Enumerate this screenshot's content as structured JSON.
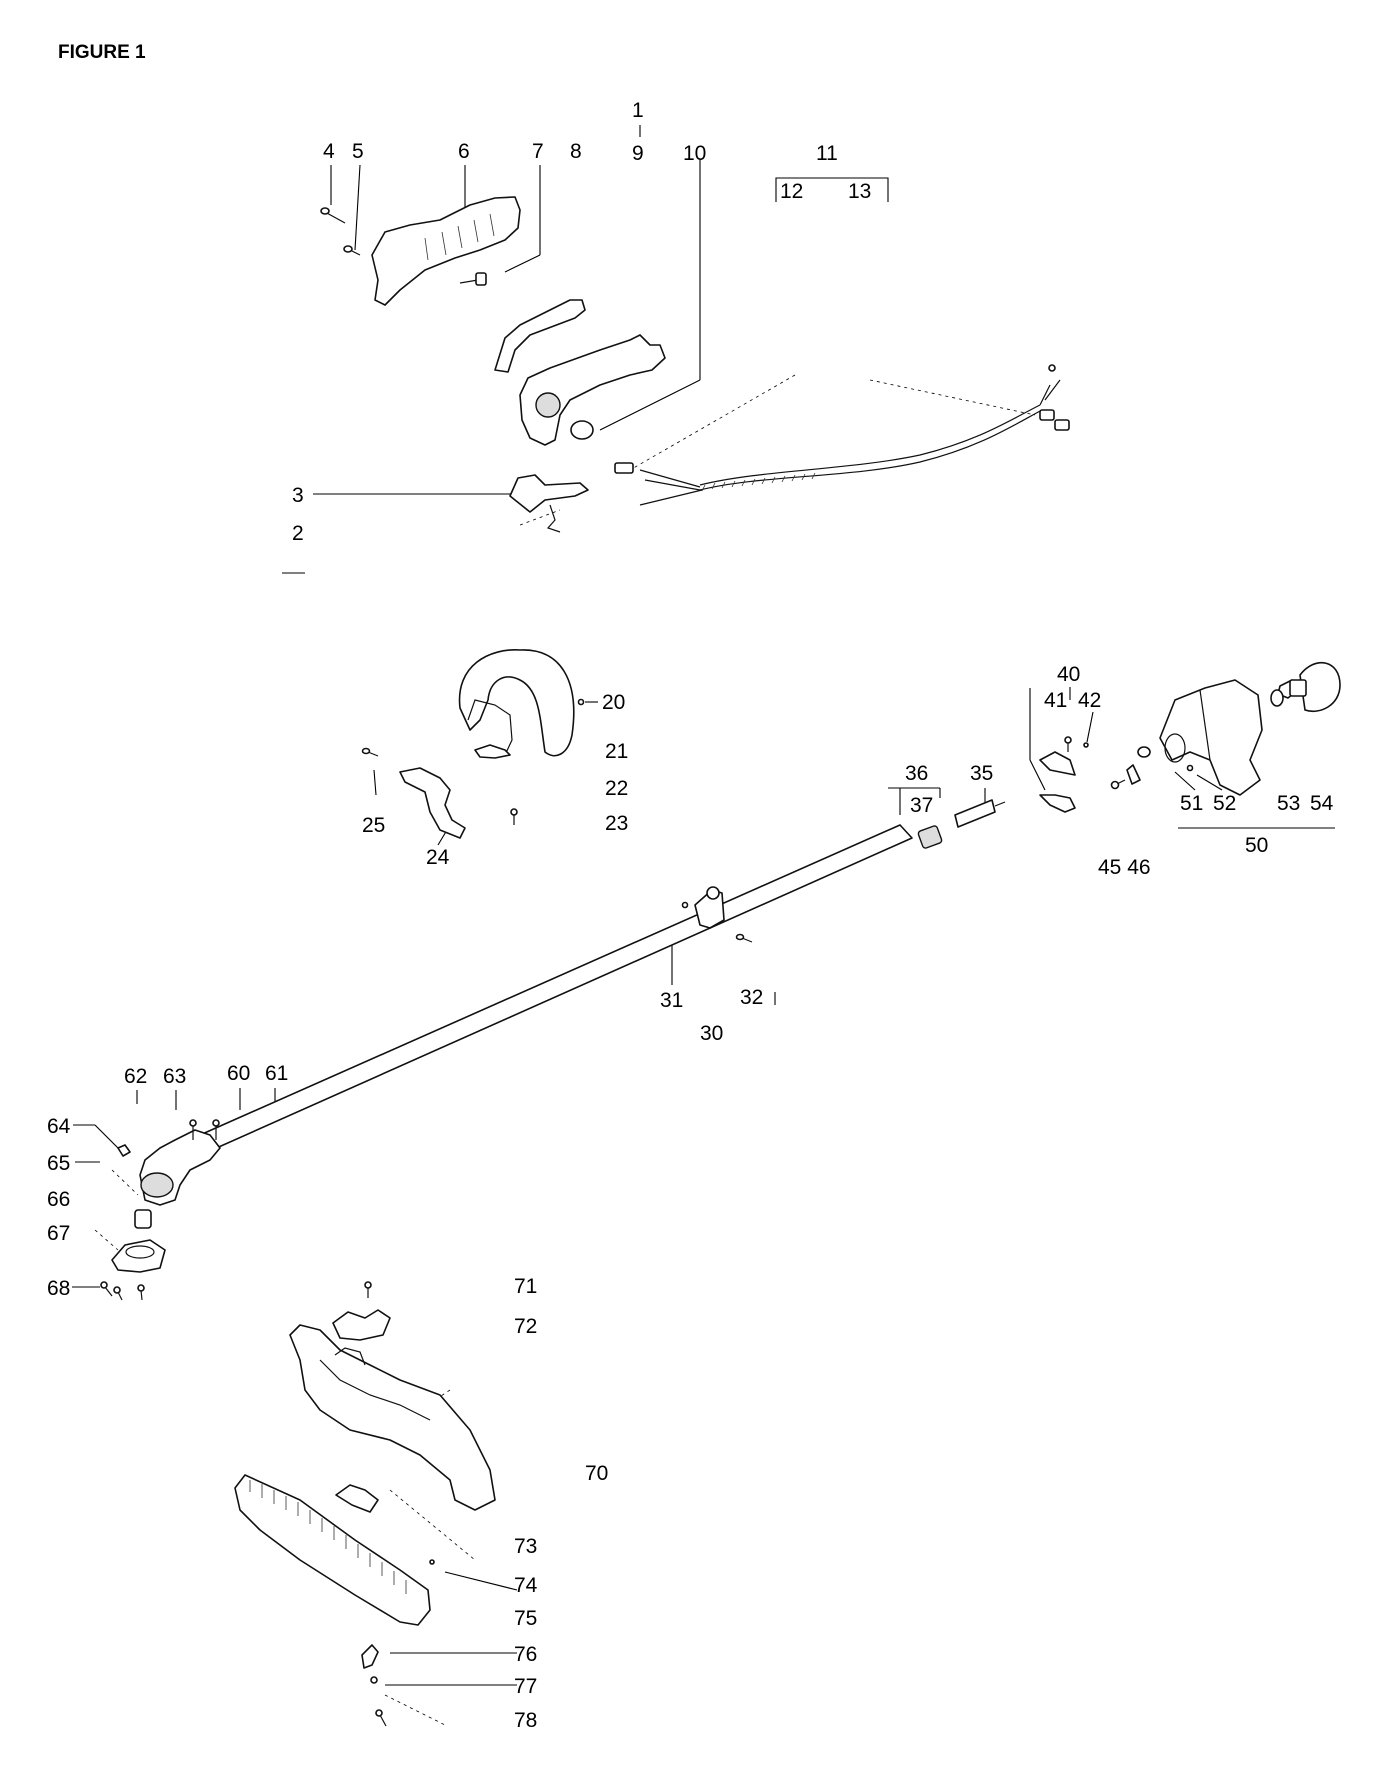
{
  "figure_title": "FIGURE 1",
  "labels": [
    {
      "id": "1",
      "text": "1"
    },
    {
      "id": "9",
      "text": "9"
    },
    {
      "id": "4",
      "text": "4"
    },
    {
      "id": "5",
      "text": "5"
    },
    {
      "id": "6",
      "text": "6"
    },
    {
      "id": "7",
      "text": "7"
    },
    {
      "id": "8",
      "text": "8"
    },
    {
      "id": "10",
      "text": "10"
    },
    {
      "id": "11",
      "text": "11"
    },
    {
      "id": "12",
      "text": "12"
    },
    {
      "id": "13",
      "text": "13"
    },
    {
      "id": "3",
      "text": "3"
    },
    {
      "id": "2",
      "text": "2"
    },
    {
      "id": "20",
      "text": "20"
    },
    {
      "id": "21",
      "text": "21"
    },
    {
      "id": "22",
      "text": "22"
    },
    {
      "id": "23",
      "text": "23"
    },
    {
      "id": "24",
      "text": "24"
    },
    {
      "id": "25",
      "text": "25"
    },
    {
      "id": "40",
      "text": "40"
    },
    {
      "id": "41",
      "text": "41"
    },
    {
      "id": "42",
      "text": "42"
    },
    {
      "id": "36",
      "text": "36"
    },
    {
      "id": "37",
      "text": "37"
    },
    {
      "id": "35",
      "text": "35"
    },
    {
      "id": "45-46",
      "text": "45 46"
    },
    {
      "id": "51",
      "text": "51"
    },
    {
      "id": "52",
      "text": "52"
    },
    {
      "id": "53",
      "text": "53"
    },
    {
      "id": "54",
      "text": "54"
    },
    {
      "id": "50",
      "text": "50"
    },
    {
      "id": "31",
      "text": "31"
    },
    {
      "id": "32",
      "text": "32"
    },
    {
      "id": "30",
      "text": "30"
    },
    {
      "id": "62",
      "text": "62"
    },
    {
      "id": "63",
      "text": "63"
    },
    {
      "id": "60",
      "text": "60"
    },
    {
      "id": "61",
      "text": "61"
    },
    {
      "id": "64",
      "text": "64"
    },
    {
      "id": "65",
      "text": "65"
    },
    {
      "id": "66",
      "text": "66"
    },
    {
      "id": "67",
      "text": "67"
    },
    {
      "id": "68",
      "text": "68"
    },
    {
      "id": "71",
      "text": "71"
    },
    {
      "id": "72",
      "text": "72"
    },
    {
      "id": "70",
      "text": "70"
    },
    {
      "id": "73",
      "text": "73"
    },
    {
      "id": "74",
      "text": "74"
    },
    {
      "id": "75",
      "text": "75"
    },
    {
      "id": "76",
      "text": "76"
    },
    {
      "id": "77",
      "text": "77"
    },
    {
      "id": "78",
      "text": "78"
    }
  ]
}
